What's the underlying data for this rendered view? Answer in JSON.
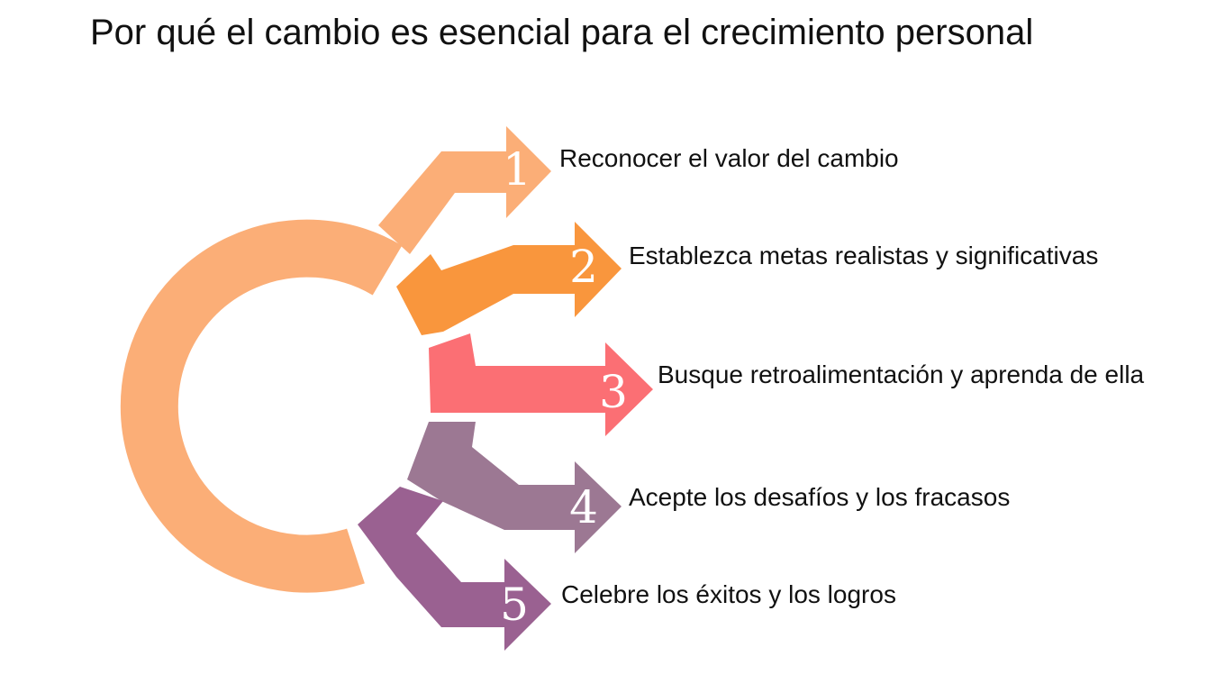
{
  "title": "Por qué el cambio es esencial para el crecimiento personal",
  "colors": {
    "ring": "#fbae77",
    "step1": "#fbae77",
    "step2": "#f9963d",
    "step3": "#fb6f74",
    "step4": "#9c7893",
    "step5": "#9a6191",
    "number": "#ffffff"
  },
  "steps": [
    {
      "number": "1",
      "label": "Reconocer el valor del cambio"
    },
    {
      "number": "2",
      "label": "Establezca metas realistas y significativas"
    },
    {
      "number": "3",
      "label": "Busque retroalimentación y aprenda de ella"
    },
    {
      "number": "4",
      "label": "Acepte los desafíos y los fracasos"
    },
    {
      "number": "5",
      "label": "Celebre los éxitos y los logros"
    }
  ]
}
